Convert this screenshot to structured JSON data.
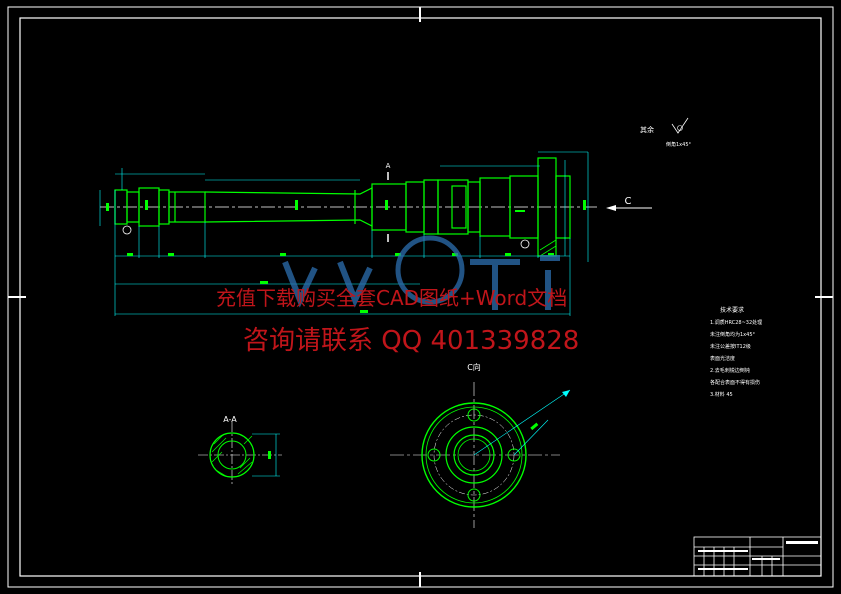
{
  "watermark": {
    "line1": "充值下载购买全套CAD图纸+Word文档",
    "line2": "咨询请联系 QQ 401339828"
  },
  "drawing": {
    "view_c_arrow_label": "C",
    "view_c_title": "C向",
    "section_label": "A-A",
    "section_marker": "A",
    "roughness_label": "其余",
    "chamfer_note": "倒角1x45°",
    "tech_requirements": {
      "title": "技术要求",
      "lines": [
        "1.调质HRC28~32处理",
        "未注倒角均为1x45°",
        "未注公差按IT12级",
        "表面光洁度",
        "2.去毛刺锐边倒钝",
        "各配合表面不得有损伤",
        "3.材料 45"
      ]
    }
  },
  "colors": {
    "border": "#ffffff",
    "outline": "#00ff00",
    "dimension": "#00ffff",
    "centerline": "#ffffff",
    "watermark": "#c0151a",
    "logo": "#2d6fb0"
  }
}
